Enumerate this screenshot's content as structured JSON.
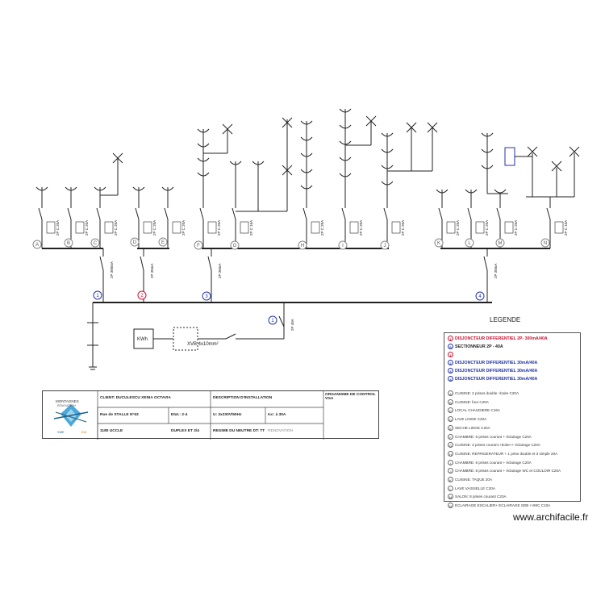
{
  "legend": {
    "title": "LEGENDE",
    "rows": [
      {
        "marker": "1",
        "text": "DISJONCTEUR DIFFERENTIEL 2P- 300mA/40A",
        "style": "red"
      },
      {
        "marker": "S",
        "text": "SECTIONNEUR 2P - 40A",
        "style": "dark"
      },
      {
        "marker": "1",
        "text": "",
        "style": "red"
      },
      {
        "marker": "2",
        "text": "DISJONCTEUR DIFFERENTIEL 30mA/40A",
        "style": "blue"
      },
      {
        "marker": "3",
        "text": "DISJONCTEUR DIFFERENTIEL 30mA/40A",
        "style": "blue"
      },
      {
        "marker": "4",
        "text": "DISJONCTEUR DIFFERENTIEL 30mA/40A",
        "style": "blue"
      },
      {
        "marker": "A",
        "text": "CUISINE:  2 prises double +boite  C20A",
        "style": "plain"
      },
      {
        "marker": "B",
        "text": "CUISINE:  four    C20A",
        "style": "plain"
      },
      {
        "marker": "C",
        "text": "LOCAL CHAUDIERE      C16A",
        "style": "plain"
      },
      {
        "marker": "D",
        "text": "LAVE LINGE      C20A",
        "style": "plain"
      },
      {
        "marker": "E",
        "text": "SECHE LINGE      C20A",
        "style": "plain"
      },
      {
        "marker": "F",
        "text": "CHAMBRE:  6 prises courant + éclairage    C20A",
        "style": "plain"
      },
      {
        "marker": "G",
        "text": "CUISINE:  3 prises courant +boite++ éclairage  C20A",
        "style": "plain"
      },
      {
        "marker": "H",
        "text": "CUISINE:  REFRIGERATEUR + 1 prise double et 3 simple  20A",
        "style": "plain"
      },
      {
        "marker": "I",
        "text": "CHAMBRE:  6 prises courant + éclairage    C20A",
        "style": "plain"
      },
      {
        "marker": "J",
        "text": "CHAMBRE:  8 prises courant + éclairage WC et COULOIR  C20A",
        "style": "plain"
      },
      {
        "marker": "K",
        "text": "CUISINE:  TAQUE  20A",
        "style": "plain"
      },
      {
        "marker": "L",
        "text": "LAVE VAISSELLE      C20A",
        "style": "plain"
      },
      {
        "marker": "M",
        "text": "SALON:  8 prises courant    C20A",
        "style": "plain"
      },
      {
        "marker": "N",
        "text": "ECLAIRAGE ESCALIER+ ECLAIRAGE SDB +VMC  C10A",
        "style": "plain"
      }
    ]
  },
  "title_block": {
    "logo_top": "MONTAGNES",
    "logo_sub": "RENOVATION",
    "logo_left": "XME",
    "logo_right": "EIC",
    "client": "CLIENT: DUCULESCU XENIA OCTAVIA",
    "description": "DESCRIPTION D'INSTALLATION",
    "organisme": "ORGANISME DE CONTROL",
    "organisme_value": "VGA",
    "address": "Rue de STALLE N°63",
    "floor": "Etat.: 2-4",
    "voltage": "U: 3x230V/50Hz",
    "icc": "Icc: à 30A",
    "city": "1180 UCCLE",
    "type": "DUPLEX ET 2/4",
    "regime": "REGIME DU NEUTRE DT: TT",
    "regime_note": "RENOVATION"
  },
  "diagram": {
    "circuits": [
      "A",
      "B",
      "C",
      "D",
      "E",
      "F",
      "G",
      "H",
      "I",
      "J",
      "K",
      "L",
      "M",
      "N"
    ],
    "differentials": [
      "1",
      "2",
      "3",
      "4"
    ],
    "main_marker": "1",
    "meter_label": "KWh",
    "cable_label": "XVB 4x10mm²",
    "main_switch_label": "2P 40A",
    "labels": {
      "c1": "2P C 20A",
      "c2": "2P C 20A",
      "c3": "2P C 20A",
      "d1": "2P C 20A",
      "d2": "2P C 20A",
      "f1": "2P C 20A",
      "g1": "2P C 16A",
      "h1": "2P C 20A",
      "i1": "2P C 20A",
      "j1": "2P C 20A",
      "k1": "2P C 20A",
      "l1": "2P C 20A",
      "m1": "2P C 20A",
      "n1": "2P C 10A",
      "diff1": "2P 300mA",
      "diff2": "2P 30mA",
      "diff3": "2P 30mA",
      "diff4": "2P 30mA"
    }
  },
  "watermark": "www.archifacile.fr",
  "colors": {
    "line": "#222222",
    "marker_blue": "#2233aa",
    "marker_red": "#cc1133",
    "tag_grey": "#888888"
  }
}
